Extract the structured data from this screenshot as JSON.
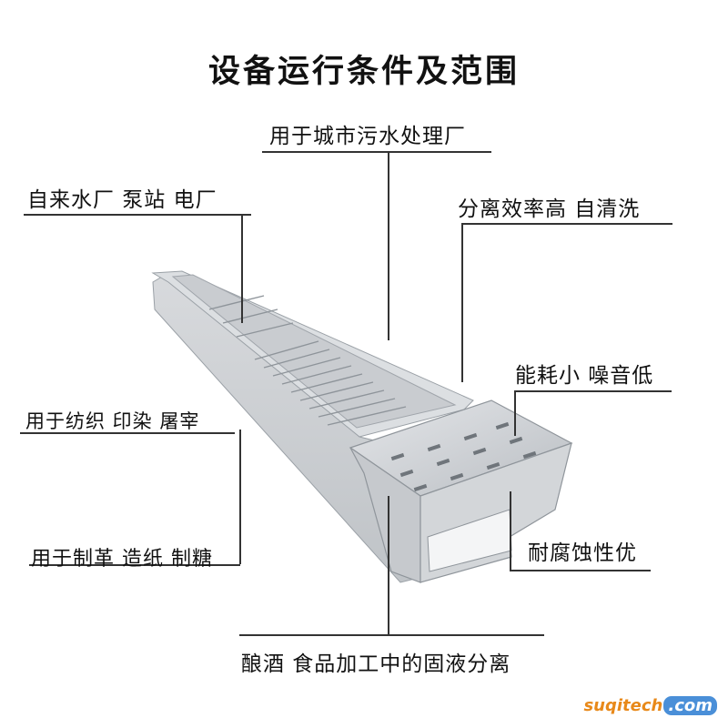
{
  "title": "设备运行条件及范围",
  "callouts": {
    "municipal": "用于城市污水处理厂",
    "water_plant": "自来水厂  泵站  电厂",
    "efficiency": "分离效率高  自清洗",
    "energy": "能耗小  噪音低",
    "textile": "用于纺织  印染  屠宰",
    "tannery": "用于制革  造纸  制糖",
    "corrosion": "耐腐蚀性优",
    "brewing": "酿酒  食品加工中的固液分离"
  },
  "watermark": {
    "prefix": "suqitech",
    "suffix": ".com"
  }
}
